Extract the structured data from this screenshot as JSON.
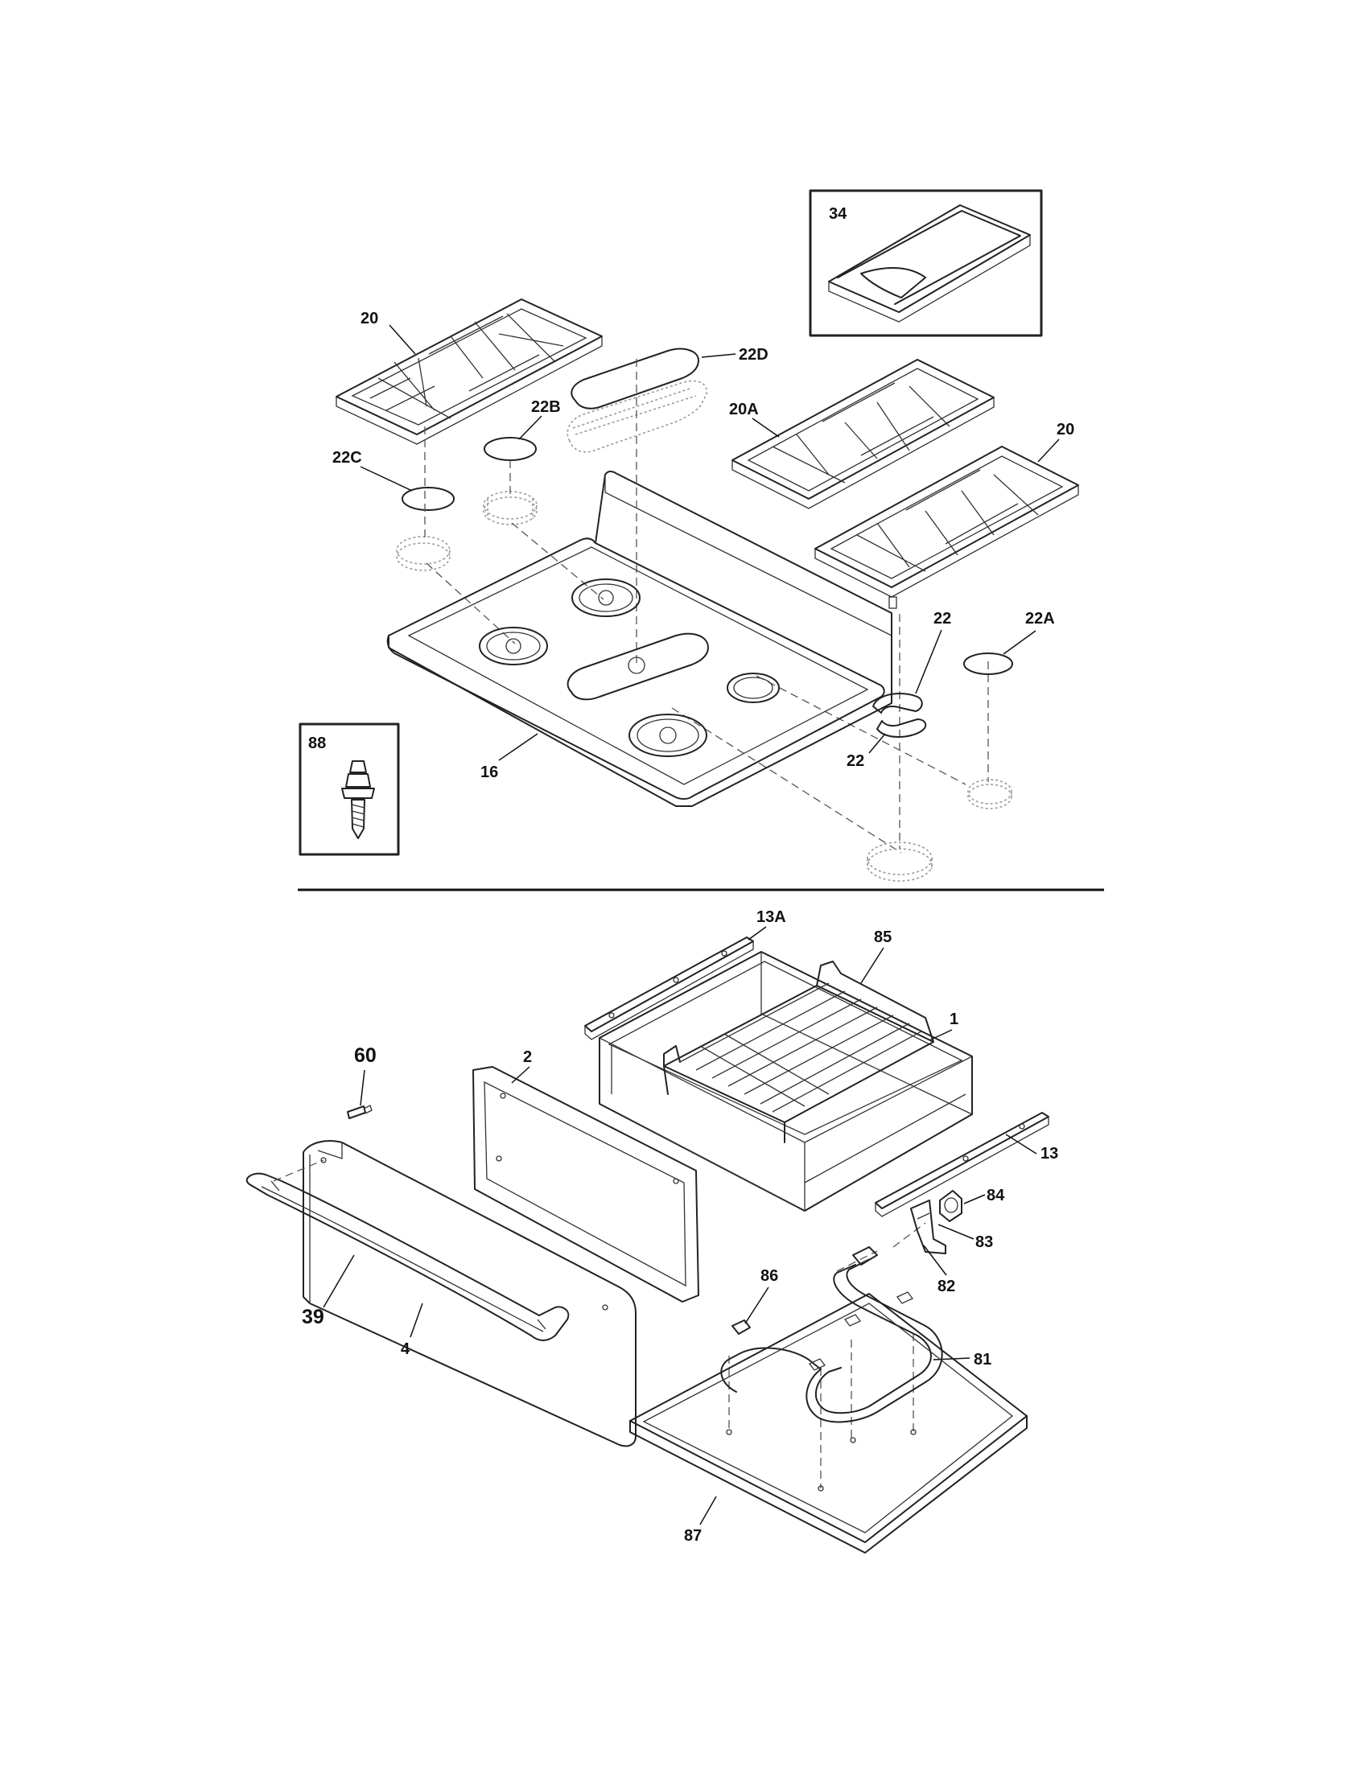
{
  "diagram": {
    "upper_section": {
      "labels": {
        "grate_left": "20",
        "grate_right": "20",
        "grate_center": "20A",
        "cap_large_left": "22B",
        "cap_small_left": "22C",
        "cap_oval": "22D",
        "cap_right": "22A",
        "ring_upper": "22",
        "ring_lower": "22",
        "cooktop": "16",
        "griddle": "34",
        "screw": "88"
      }
    },
    "lower_section": {
      "labels": {
        "slide_top": "13A",
        "rack": "85",
        "drawer_body": "1",
        "liner": "2",
        "screw": "60",
        "slide_right": "13",
        "switch": "84",
        "bracket": "83",
        "clip": "82",
        "clip_small": "86",
        "element": "81",
        "handle": "39",
        "panel": "4",
        "bottom_pan": "87"
      }
    }
  }
}
